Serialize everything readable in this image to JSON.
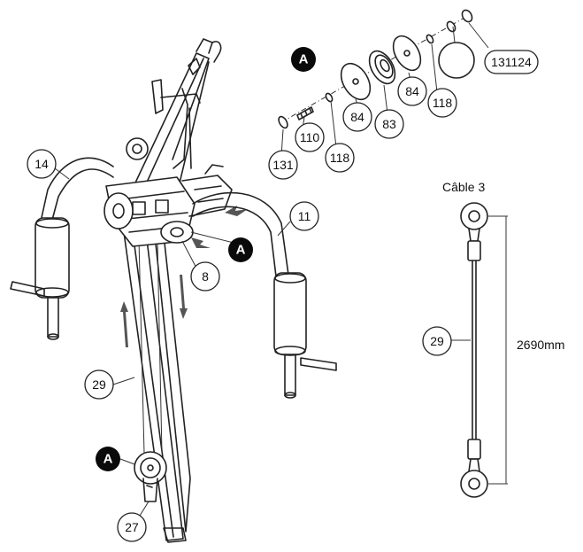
{
  "diagram": {
    "cable_title": "Câble 3",
    "cable_length": "2690mm",
    "detail_badge": "A",
    "callouts": {
      "c14": "14",
      "c11": "11",
      "c8": "8",
      "c29_main": "29",
      "c27": "27",
      "c29_cable": "29",
      "c131_left": "131",
      "c110": "110",
      "c118_a": "118",
      "c84_a": "84",
      "c83": "83",
      "c84_b": "84",
      "c118_b": "118",
      "c131124": "131124"
    }
  }
}
